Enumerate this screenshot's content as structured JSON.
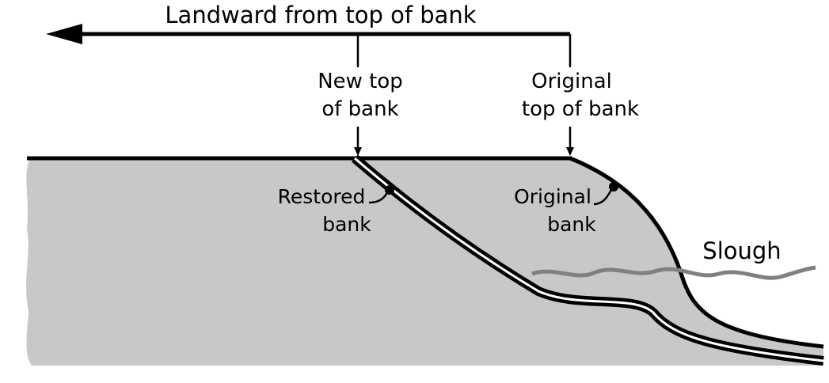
{
  "labels": {
    "landward": "Landward from top of bank",
    "new_top_line1": "New top",
    "new_top_line2": "of bank",
    "original_top_line1": "Original",
    "original_top_line2": "top of bank",
    "restored_line1": "Restored",
    "restored_line2": "bank",
    "original_bank_line1": "Original",
    "original_bank_line2": "bank",
    "slough": "Slough"
  },
  "colors": {
    "ground_fill": "#c8c8c8",
    "line": "#000000",
    "slough_line": "#808080",
    "background": "#ffffff"
  }
}
